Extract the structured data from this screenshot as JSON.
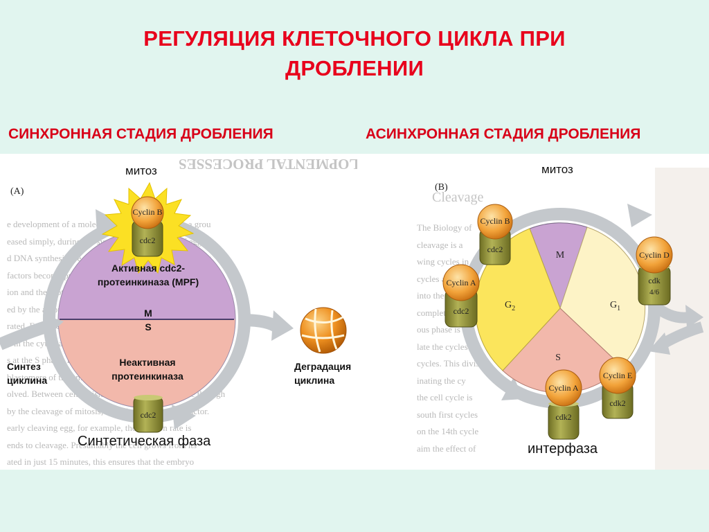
{
  "title": {
    "line1": "РЕГУЛЯЦИЯ КЛЕТОЧНОГО ЦИКЛА ПРИ",
    "line2": "ДРОБЛЕНИИ"
  },
  "left": {
    "heading": "СИНХРОННАЯ СТАДИЯ ДРОБЛЕНИЯ",
    "mitosis_label": "митоз",
    "panel_letter": "(A)",
    "active_label": "Активная cdc2-протеинкиназа (MPF)",
    "phase_m": "M",
    "phase_s": "S",
    "inactive_label": "Неактивная протеинкиназа",
    "synthesis_label": "Синтез циклина",
    "degradation_label": "Деградация циклина",
    "phase_caption": "Синтетическая фаза",
    "cyclin_b": "Cyclin B",
    "cdc2_top": "cdc2",
    "cdc2_bottom": "cdc2",
    "background_heading": "LOPMENTAL PROCESSES"
  },
  "right": {
    "heading": "АСИНХРОННАЯ СТАДИЯ ДРОБЛЕНИЯ",
    "mitosis_label": "митоз",
    "panel_letter": "(B)",
    "interphase_label": "интерфаза",
    "sector_m": "M",
    "sector_g1": "G",
    "sector_g1_sub": "1",
    "sector_g2": "G",
    "sector_g2_sub": "2",
    "sector_s": "S",
    "complexes": [
      {
        "cyclin": "Cyclin B",
        "kinase": "cdc2"
      },
      {
        "cyclin": "Cyclin A",
        "kinase": "cdc2"
      },
      {
        "cyclin": "Cyclin D",
        "kinase": "cdk",
        "kinase2": "4/6"
      },
      {
        "cyclin": "Cyclin E",
        "kinase": "cdk2"
      },
      {
        "cyclin": "Cyclin A",
        "kinase": "cdk2"
      }
    ],
    "background_heading": "Cleavage"
  },
  "colors": {
    "background": "#e1f5ef",
    "title_red": "#e8001c",
    "m_phase_purple": "#c9a3d2",
    "s_phase_pink": "#f2b8ab",
    "g1_cream": "#fdf3c6",
    "g2_yellow": "#fbe55c",
    "cyclin_orange": "#f2a33a",
    "kinase_olive": "#9a9a40",
    "sunburst": "#fbe024",
    "arrow_gray": "#c4c8cc"
  },
  "ghost_text": {
    "left_lines": [
      "e development of a molecule has been reached by a grou",
      "eased simply, during the synchronous divisions of eggs,",
      "d DNA synthesis are oscillated. At the early blastula stag",
      "factors become present, the cyclin-dependent regulation",
      "ion and the protein kinase is needed. Cleavage can occur",
      "ed by the amount of cyclin in the cytoplasm, as seen in fig",
      "rated. Each cleavage stage the cyclin is degraded, and the",
      "d in the cytoplasm. When cyclin accumulates to a certain",
      "s at the S phase, DNA is replicated for the next cell cycle.",
      "blastomere of the embryo cycles through these phases.",
      "olved. Between cell divisions, the blastomeres cycle through",
      "by the cleavage of mitosis; the mitotic promoting factor.",
      "early cleaving egg, for example, the division rate is",
      "ends to cleavage. Presumably the cell grows from its",
      "ated in just 15 minutes, this ensures that the embryo"
    ],
    "right_lines": [
      "The Biology of",
      "cleavage is a",
      "wing cycles in",
      "cycles added to",
      "into the cell.",
      "complete",
      "ous phase is",
      "late the cycles",
      "cycles. This divis",
      "inating the cy",
      "the cell cycle is",
      "south first cycles",
      "on the 14th cycle",
      "aim the effect of"
    ]
  }
}
